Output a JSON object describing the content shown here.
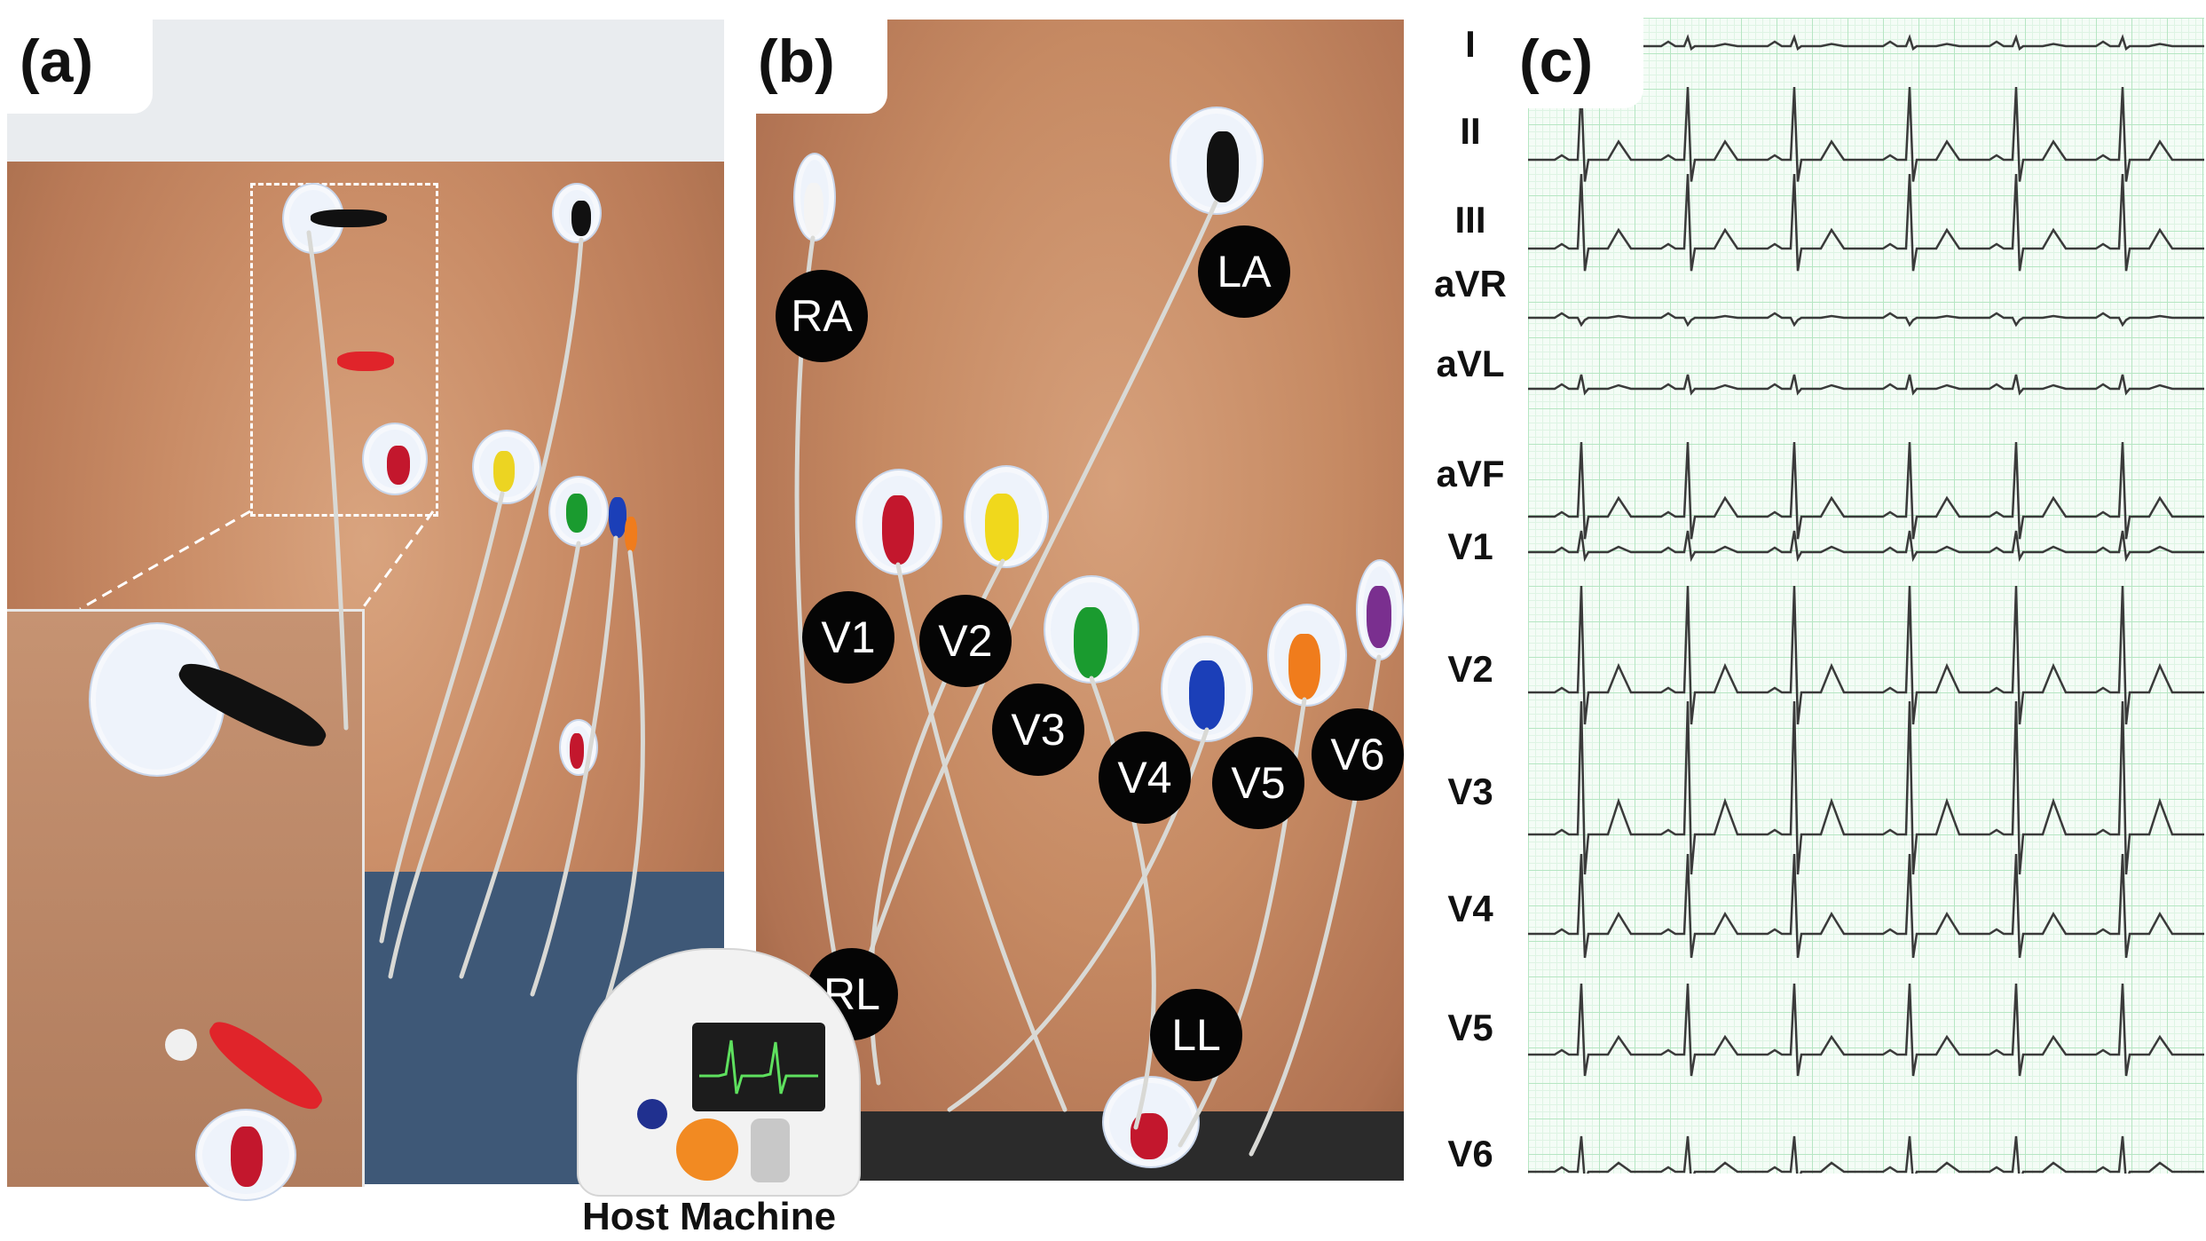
{
  "panels": {
    "a": {
      "label": "(a)"
    },
    "b": {
      "label": "(b)"
    },
    "c": {
      "label": "(c)"
    }
  },
  "electrode_labels": [
    "RA",
    "LA",
    "V1",
    "V2",
    "V3",
    "V4",
    "V5",
    "V6",
    "RL",
    "LL"
  ],
  "device": {
    "caption": "Host Machine"
  },
  "ecg": {
    "leads": [
      "I",
      "II",
      "III",
      "aVR",
      "aVL",
      "aVF",
      "V1",
      "V2",
      "V3",
      "V4",
      "V5",
      "V6"
    ]
  },
  "colors": {
    "badge": "#050505",
    "ecg_grid": "#b6e6c3",
    "ecg_trace": "#3a3a3a"
  }
}
